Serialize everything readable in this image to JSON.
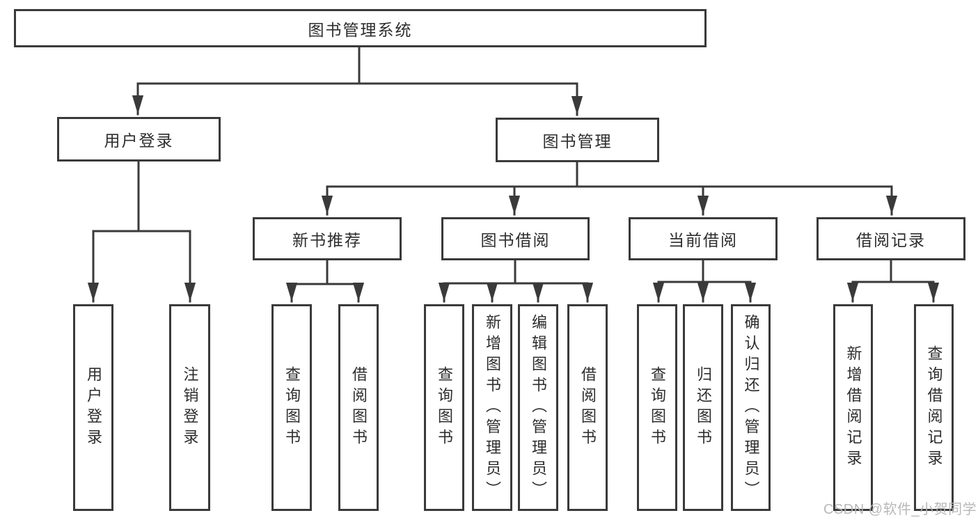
{
  "diagram": {
    "root": {
      "label": "图书管理系统"
    },
    "level2": [
      {
        "id": "user-login",
        "label": "用户登录"
      },
      {
        "id": "book-management",
        "label": "图书管理"
      }
    ],
    "level3": [
      {
        "id": "new-book-recommend",
        "label": "新书推荐"
      },
      {
        "id": "book-borrowing",
        "label": "图书借阅"
      },
      {
        "id": "current-borrowing",
        "label": "当前借阅"
      },
      {
        "id": "borrowing-records",
        "label": "借阅记录"
      }
    ],
    "leaves": [
      {
        "parent": "user-login",
        "label": "用户登录"
      },
      {
        "parent": "user-login",
        "label": "注销登录"
      },
      {
        "parent": "new-book-recommend",
        "label": "查询图书"
      },
      {
        "parent": "new-book-recommend",
        "label": "借阅图书"
      },
      {
        "parent": "book-borrowing",
        "label": "查询图书"
      },
      {
        "parent": "book-borrowing",
        "label": "新增图书（管理员）"
      },
      {
        "parent": "book-borrowing",
        "label": "编辑图书（管理员）"
      },
      {
        "parent": "book-borrowing",
        "label": "借阅图书"
      },
      {
        "parent": "current-borrowing",
        "label": "查询图书"
      },
      {
        "parent": "current-borrowing",
        "label": "归还图书"
      },
      {
        "parent": "current-borrowing",
        "label": "确认归还（管理员）"
      },
      {
        "parent": "borrowing-records",
        "label": "新增借阅记录"
      },
      {
        "parent": "borrowing-records",
        "label": "查询借阅记录"
      }
    ],
    "watermark": "CSDN @软件_小贺同学",
    "colors": {
      "line": "#3a3a3a",
      "text": "#2d2d2d",
      "watermark": "#b5b5b5",
      "background": "#ffffff"
    }
  }
}
